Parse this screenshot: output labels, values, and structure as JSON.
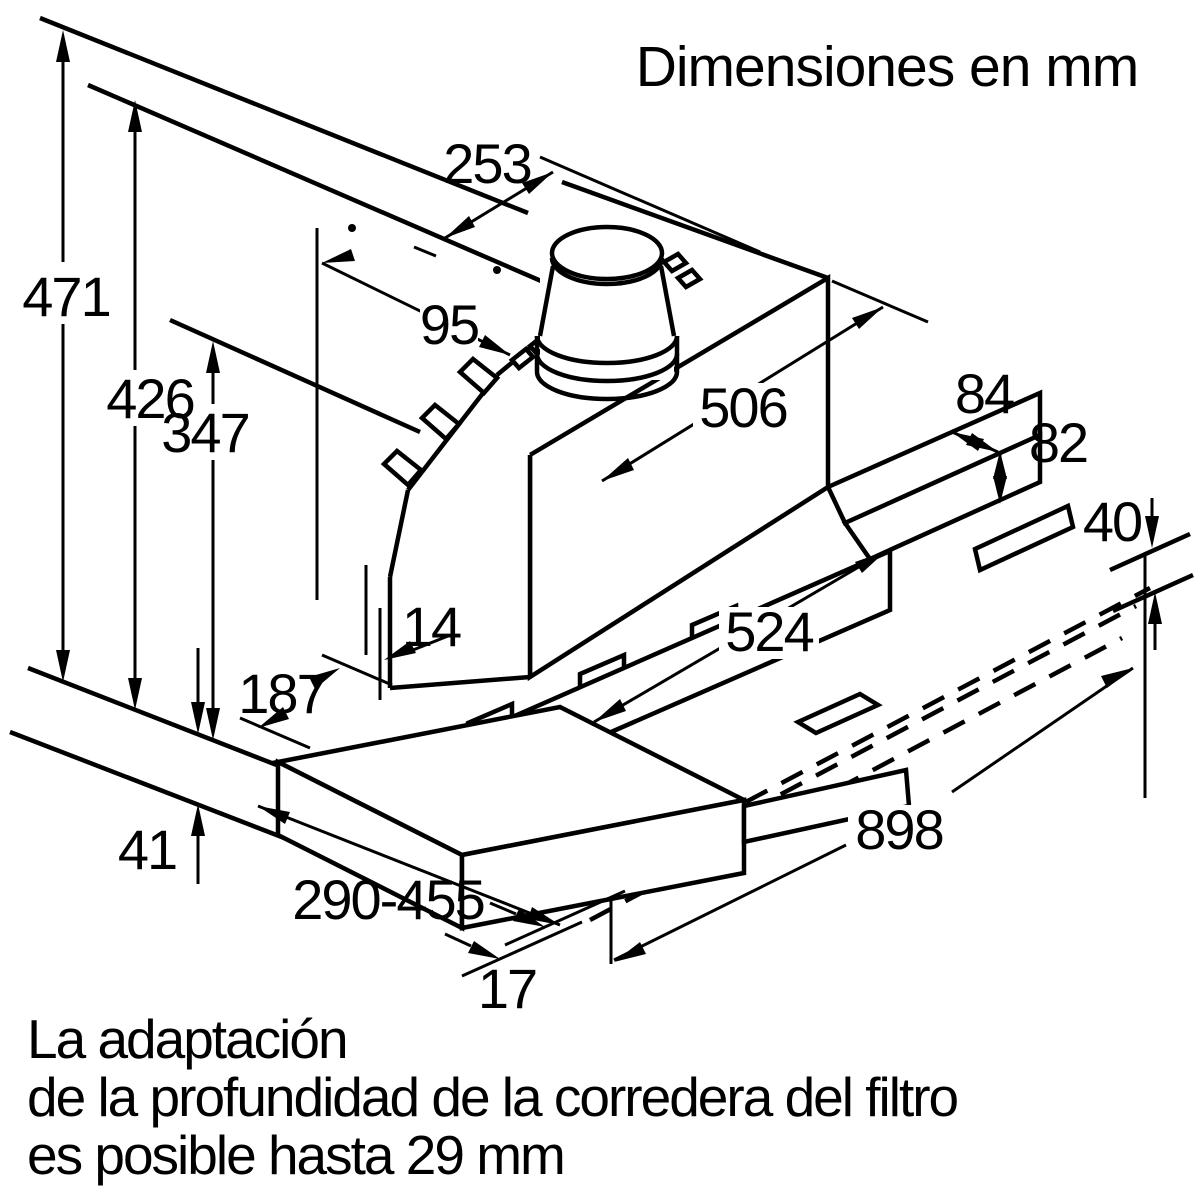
{
  "title": "Dimensiones en mm",
  "dimensions": {
    "total_height": "471",
    "body_height": "426",
    "min_height": "347",
    "duct_section_depth": "253",
    "duct_offset": "95",
    "inner_width": "506",
    "bracket_depth": "84",
    "bracket_height": "82",
    "rail_drop": "40",
    "base_width": "524",
    "front_gap": "14",
    "visor_front_depth": "187",
    "visor_height": "41",
    "pullout_depth": "290-455",
    "rail_gap": "17",
    "total_width": "898"
  },
  "footnote": {
    "line1": "La adaptación",
    "line2": "de la profundidad de la corredera del filtro",
    "line3": "es posible hasta 29 mm"
  }
}
